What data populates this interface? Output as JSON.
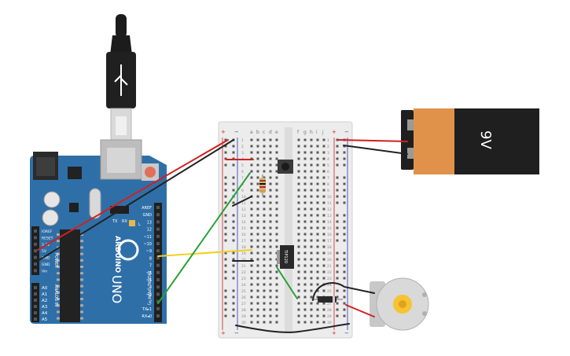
{
  "breadboard": {
    "col_left": [
      "a",
      "b",
      "c",
      "d",
      "e"
    ],
    "col_right": [
      "f",
      "g",
      "h",
      "i",
      "j"
    ],
    "rows": [
      "1",
      "2",
      "3",
      "4",
      "5",
      "6",
      "7",
      "8",
      "9",
      "10",
      "11",
      "12",
      "13",
      "14",
      "15",
      "16",
      "17",
      "18",
      "19",
      "20",
      "21",
      "22",
      "23",
      "24",
      "25",
      "26",
      "27",
      "28",
      "29",
      "30"
    ],
    "plus": "+",
    "minus": "−"
  },
  "arduino": {
    "brand": "ARDUINO",
    "model": "UNO",
    "header_right_labels": [
      "AREF",
      "GND",
      "13",
      "12",
      "~11",
      "~10",
      "~9",
      "8",
      "7",
      "~6",
      "~5",
      "4",
      "~3",
      "2",
      "TX▸1",
      "RX◂0"
    ],
    "header_left_labels": [
      "IOREF",
      "RESET",
      "3.3V",
      "5V",
      "GND",
      "GND",
      "Vin"
    ],
    "analog_labels": [
      "A0",
      "A1",
      "A2",
      "A3",
      "A4",
      "A5"
    ],
    "digital_section": "DIGITAL (PWM ~)",
    "analog_section": "ANALOG IN",
    "power_section": "POWER",
    "led_labels": [
      "TX",
      "RX",
      "L"
    ]
  },
  "battery": {
    "label": "9V"
  },
  "transistor": {
    "label": "TIP120"
  },
  "colors": {
    "board": "#2f6fa8",
    "breadboard": "#ececec",
    "battery_body": "#e0924a",
    "battery_dark": "#1f1f1f",
    "wire_red": "#d22020",
    "wire_black": "#222222",
    "wire_green": "#2aa036",
    "wire_yellow": "#f0d020"
  }
}
